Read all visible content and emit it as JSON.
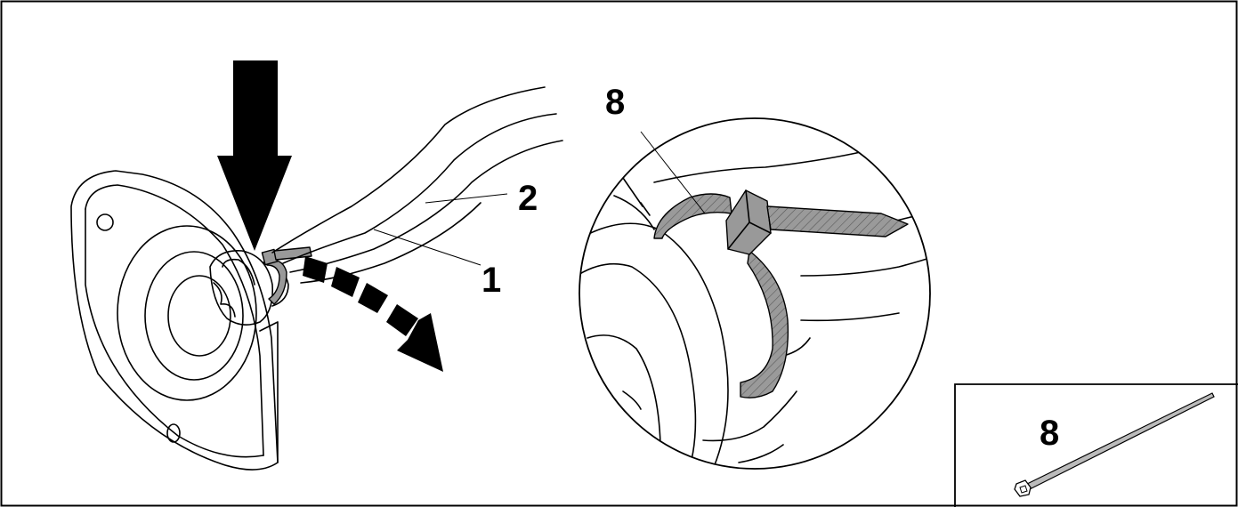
{
  "labels": {
    "callout_1": "1",
    "callout_2": "2",
    "callout_8_detail": "8",
    "callout_8_inset": "8"
  },
  "colors": {
    "line": "#000000",
    "tie_fill": "#999999",
    "background": "#ffffff"
  },
  "icons": [
    "down-arrow-icon",
    "dashed-curved-arrow-icon"
  ]
}
